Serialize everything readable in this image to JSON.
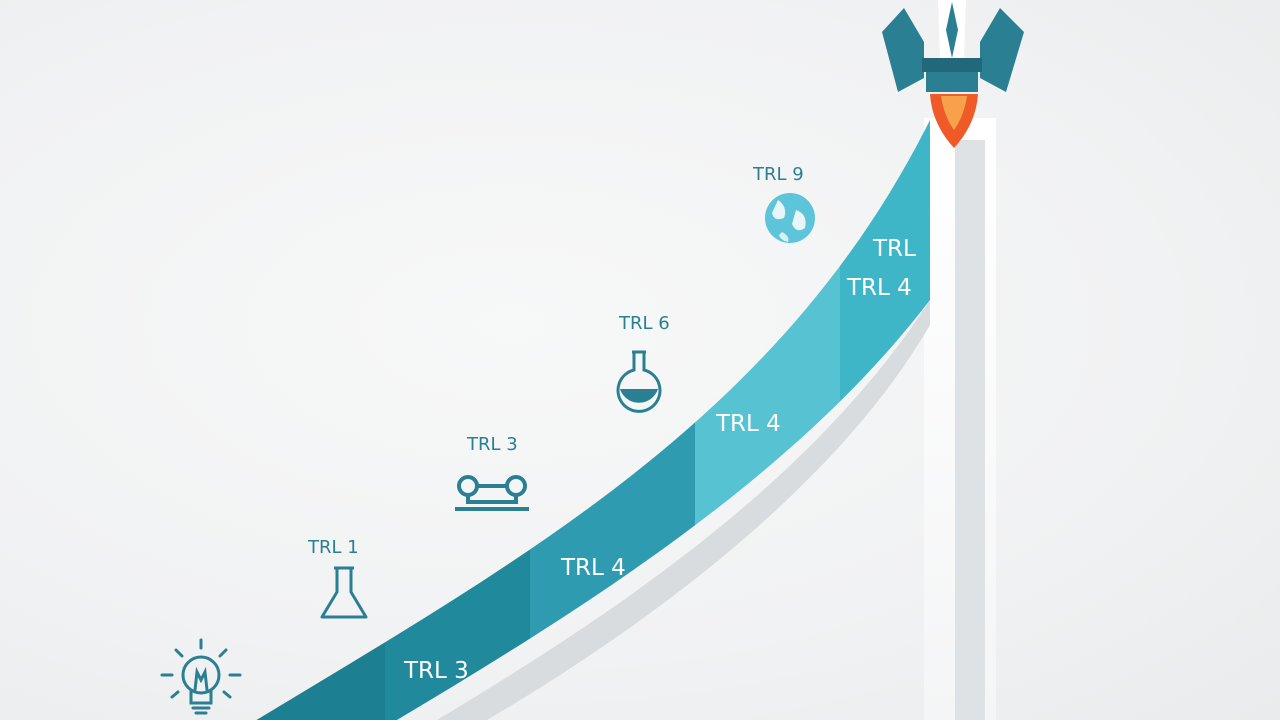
{
  "diagram": {
    "band_labels": [
      "TRL 3",
      "TRL 4",
      "TRL 4",
      "TRL 4",
      "TRL"
    ],
    "stage_labels": [
      "TRL 1",
      "TRL 3",
      "TRL 6",
      "TRL 9"
    ],
    "icons": [
      "lightbulb-icon",
      "flask-icon",
      "prototype-icon",
      "round-flask-icon",
      "globe-icon",
      "rocket-icon"
    ],
    "colors": {
      "band_segments": [
        "#1d7f92",
        "#21899c",
        "#2f9bb0",
        "#3aa8bc",
        "#57c2d2",
        "#3fb6c8"
      ],
      "icon_stroke": "#2a7f93",
      "globe": "#5ec4da",
      "rocket_body": "#2a7f93",
      "flame_outer": "#f05a28",
      "flame_inner": "#f7a24b"
    }
  }
}
